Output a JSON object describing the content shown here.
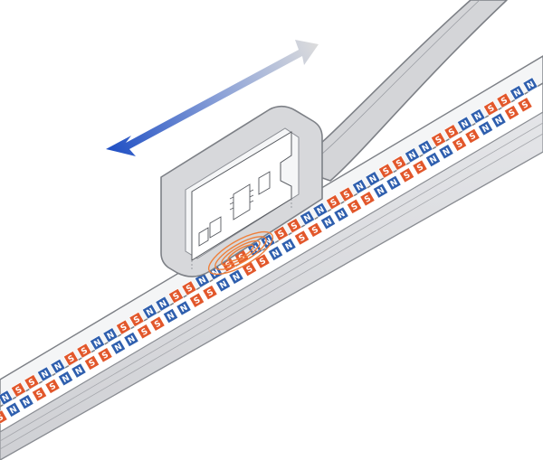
{
  "labels": {
    "north": "N",
    "south": "S"
  },
  "colors": {
    "north": "#2f5fae",
    "south": "#e2572b",
    "rail": "#d9dadd",
    "rail_edge": "#8a8d93",
    "cable": "#d4d5d8",
    "arrow_start": "#1f4fc4",
    "arrow_end": "#dcdcdc",
    "field_rings": "#ef7f3a"
  },
  "icons": {
    "motion_arrow": "double-arrow-icon",
    "field": "magnetic-field-rings-icon"
  },
  "tracks": [
    {
      "name": "upper-magnet-strip",
      "sequence": "NSSNNSSNNSSNNSSNNSSNNSSNNSSNNSSNNSSNNSSNN"
    },
    {
      "name": "lower-magnet-strip",
      "sequence": "SNNSSNNSSNNSSNNSSNNSSNNSSNNSSNNSSNNSSNNSS"
    }
  ]
}
